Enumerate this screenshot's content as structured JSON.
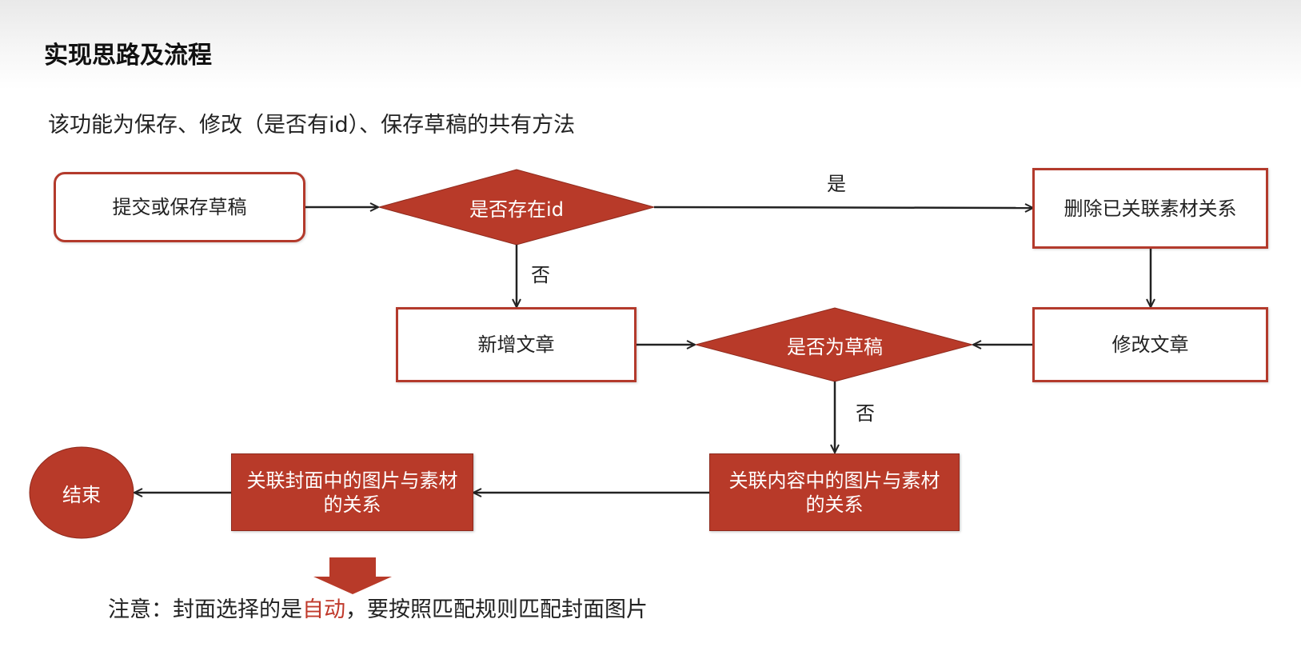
{
  "slide": {
    "title": "实现思路及流程",
    "subtitle": "该功能为保存、修改（是否有id）、保存草稿的共有方法"
  },
  "flow": {
    "nodes": {
      "start": "提交或保存草稿",
      "decision_id": "是否存在id",
      "delete_relations": "删除已关联素材关系",
      "add_article": "新增文章",
      "decision_draft": "是否为草稿",
      "edit_article": "修改文章",
      "link_content_images": "关联内容中的图片与素材的关系",
      "link_cover_images": "关联封面中的图片与素材的关系",
      "end": "结束"
    },
    "edge_labels": {
      "yes": "是",
      "no_id": "否",
      "no_draft": "否"
    }
  },
  "note": {
    "prefix": "注意：封面选择的是",
    "highlight": "自动",
    "suffix": "，要按照匹配规则匹配封面图片"
  },
  "colors": {
    "accent_red": "#b83a29",
    "border_red": "#b33a2c",
    "connector": "#222222"
  }
}
